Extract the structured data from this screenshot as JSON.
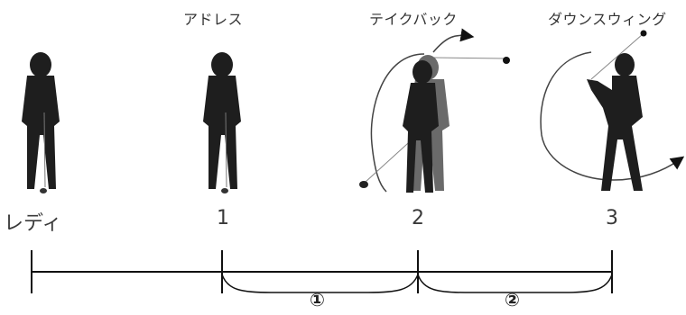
{
  "phase_labels": {
    "address": "アドレス",
    "takeback": "テイクバック",
    "downswing": "ダウンスウィング"
  },
  "step_labels": [
    "レディ",
    "1",
    "2",
    "3"
  ],
  "segment_labels": [
    "①",
    "②"
  ],
  "colors": {
    "silhouette": "#1e1e1e",
    "ghost": "#6a6a6a",
    "line": "#111111",
    "arc": "#555555"
  },
  "icons": {
    "figures": [
      "golfer-ready-icon",
      "golfer-address-icon",
      "golfer-takeback-icon",
      "golfer-downswing-icon"
    ],
    "arrows": [
      "swing-arrow-takeback-icon",
      "swing-arrow-downswing-icon"
    ]
  }
}
